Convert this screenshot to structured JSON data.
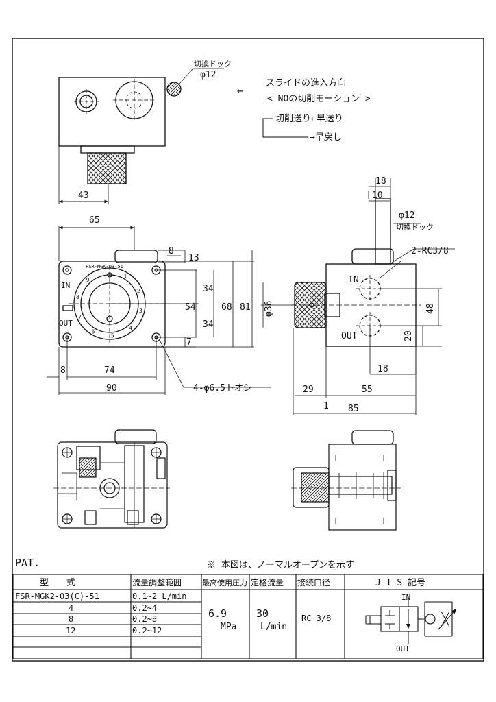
{
  "top": {
    "dog_label": "切換ドック",
    "dog_dia": "φ12",
    "dim_43": "43",
    "slide_title": "スライドの進入方向",
    "slide_sub": "< NOの切削モーション >",
    "slide_arrow": "←",
    "feed_label": "切削送り←早送り",
    "return_label": "→早戻し"
  },
  "front": {
    "dim_65": "65",
    "dim_8": "8",
    "dim_13": "13",
    "dim_34a": "34",
    "dim_34b": "34",
    "dim_54": "54",
    "dim_68": "68",
    "dim_81": "81",
    "dim_7": "7",
    "dim_8b": "8",
    "dim_74": "74",
    "dim_90": "90",
    "holes": "4-φ6.5トオシ",
    "nameplate": "FSR-MGK-03-51",
    "in_label": "IN",
    "out_label": "OUT",
    "dial": [
      "1",
      "2",
      "3",
      "4",
      "5",
      "6",
      "7",
      "8",
      "9"
    ]
  },
  "side": {
    "dim_18a": "18",
    "dim_10": "10",
    "dog_dia": "φ12",
    "dog_label": "切換ドック",
    "ports": "2-RC3/8",
    "in_label": "IN",
    "out_label": "OUT",
    "dia36": "φ36",
    "dim_48": "48",
    "dim_20": "20",
    "dim_18b": "18",
    "dim_29": "29",
    "dim_55": "55",
    "dim_1": "1",
    "dim_85": "85"
  },
  "notes": {
    "pat": "PAT.",
    "normal_open": "※ 本図は、ノーマルオープンを示す"
  },
  "table": {
    "headers": {
      "model": "型　　式",
      "flow_range": "流量調整範囲",
      "max_pressure": "最高使用圧力",
      "rated_flow": "定格流量",
      "port": "接続口径",
      "jis": "J I S 記号"
    },
    "rows": [
      {
        "model": "FSR-MGK2-03(C)-51",
        "range": "0.1~2 L/min"
      },
      {
        "model": "4",
        "range": "0.2~4"
      },
      {
        "model": "8",
        "range": "0.2~8"
      },
      {
        "model": "12",
        "range": "0.2~12"
      }
    ],
    "pressure_value": "6.9",
    "pressure_unit": "MPa",
    "flow_value": "30",
    "flow_unit": "L/min",
    "port_value": "RC 3/8",
    "jis_in": "IN",
    "jis_out": "OUT"
  }
}
